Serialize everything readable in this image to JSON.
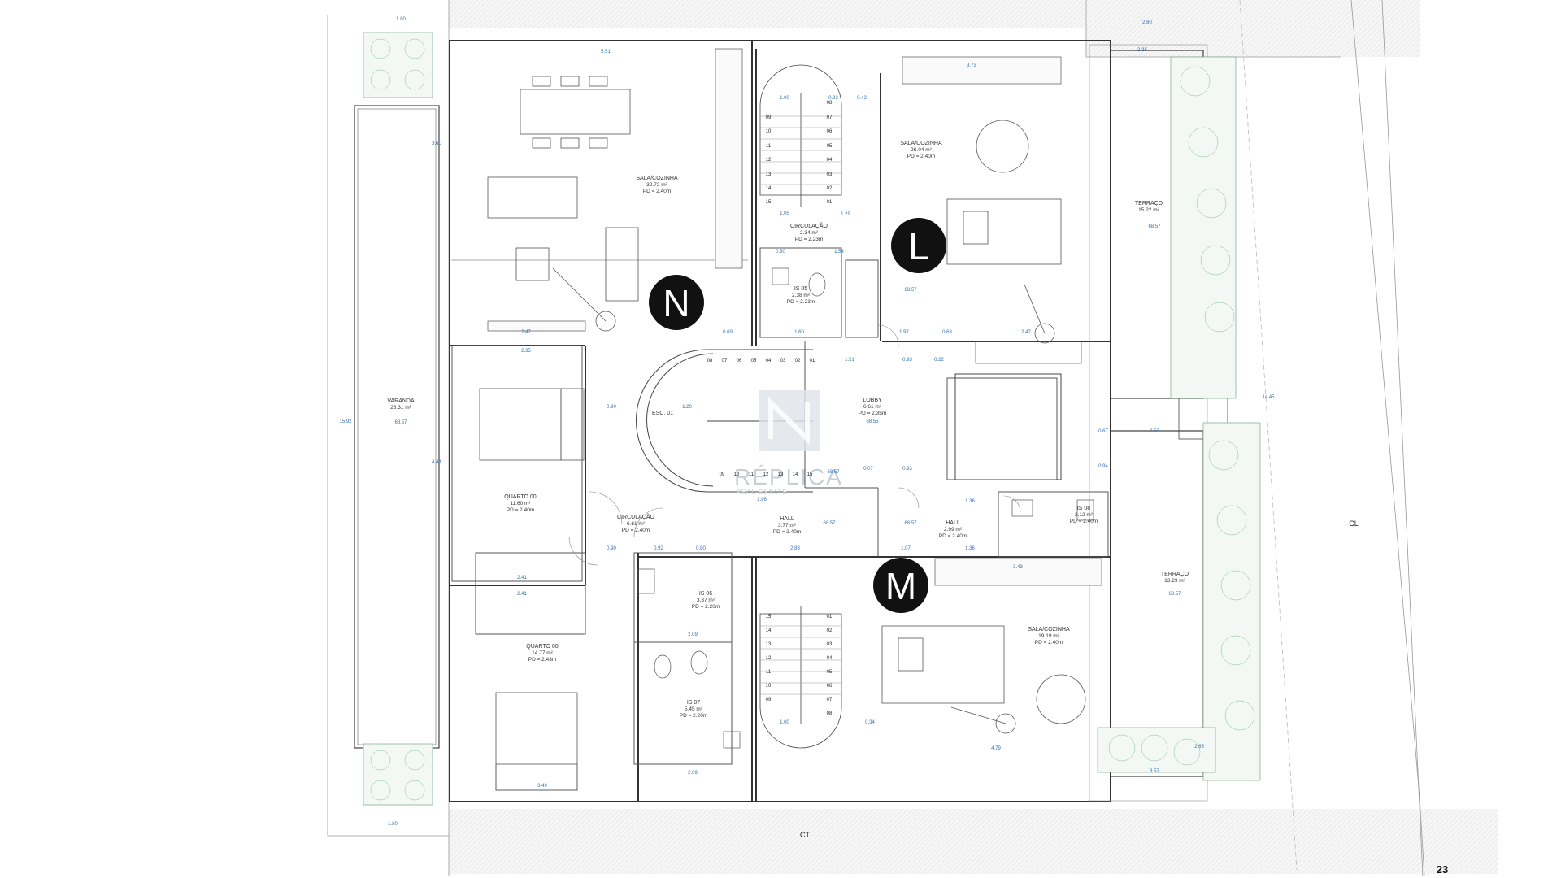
{
  "units": [
    {
      "letter": "N"
    },
    {
      "letter": "L"
    },
    {
      "letter": "M"
    }
  ],
  "rooms": {
    "sala_n": {
      "name": "SALA/COZINHA",
      "area": "32.72 m²",
      "pd": "PD = 2.40m"
    },
    "sala_l": {
      "name": "SALA/COZINHA",
      "area": "26.04 m²",
      "pd": "PD = 2.40m"
    },
    "sala_m": {
      "name": "SALA/COZINHA",
      "area": "19.19 m²",
      "pd": "PD = 2.40m"
    },
    "circ_top": {
      "name": "CIRCULAÇÃO",
      "area": "2.34 m²",
      "pd": "PD = 2.23m"
    },
    "is05": {
      "name": "IS 05",
      "area": "2.38 m²",
      "pd": "PD = 2.23m"
    },
    "varanda": {
      "name": "VARANDA",
      "area": "28.31 m²"
    },
    "terraco_top": {
      "name": "TERRAÇO",
      "area": "15.22 m²"
    },
    "terraco_bottom": {
      "name": "TERRAÇO",
      "area": "13.29 m²"
    },
    "lobby": {
      "name": "LOBBY",
      "area": "6.61 m²",
      "pd": "PD = 2.35m"
    },
    "esc": {
      "name": "ESC. 01"
    },
    "quarto_a": {
      "name": "QUARTO 00",
      "area": "11.60 m²",
      "pd": "PD = 2.40m"
    },
    "quarto_b": {
      "name": "QUARTO 00",
      "area": "14.77 m²",
      "pd": "PD = 2.43m"
    },
    "circ_mid": {
      "name": "CIRCULAÇÃO",
      "area": "6.61 m²",
      "pd": "PD = 2.40m"
    },
    "hall_a": {
      "name": "HALL",
      "area": "3.77 m²",
      "pd": "PD = 2.40m"
    },
    "hall_b": {
      "name": "HALL",
      "area": "2.99 m²",
      "pd": "PD = 2.40m"
    },
    "is06": {
      "name": "IS 06",
      "area": "3.37 m²",
      "pd": "PD = 2.20m"
    },
    "is07": {
      "name": "IS 07",
      "area": "5.45 m²",
      "pd": "PD = 2.20m"
    },
    "is08": {
      "name": "IS 08",
      "area": "2.12 m²",
      "pd": "PD = 2.40m"
    }
  },
  "labels": {
    "cl": "CL",
    "ct": "CT",
    "page": "23"
  },
  "stair_top_right": [
    "08",
    "07",
    "06",
    "05",
    "04",
    "03",
    "02",
    "01"
  ],
  "stair_top_left": [
    "09",
    "10",
    "11",
    "12",
    "13",
    "14",
    "15"
  ],
  "stair_lobby_top": [
    "08",
    "07",
    "06",
    "05",
    "04",
    "03",
    "02",
    "01"
  ],
  "stair_lobby_bottom": [
    "09",
    "10",
    "11",
    "12",
    "13",
    "14",
    "15"
  ],
  "stair_bottom_right": [
    "01",
    "02",
    "03",
    "04",
    "05",
    "06",
    "07",
    "08"
  ],
  "stair_bottom_left": [
    "15",
    "14",
    "13",
    "12",
    "11",
    "10",
    "09"
  ],
  "dims": {
    "d180a": "1.80",
    "d551": "5.51",
    "d280": "2.80",
    "d235a": "2.35",
    "d373": "3.73",
    "d100a": "1.00",
    "d092": "0.92",
    "d042": "0.42",
    "d360": "3.60",
    "d247a": "2.47",
    "d069": "0.69",
    "d160": "1.60",
    "d197": "1.97",
    "d063": "0.63",
    "d247b": "2.47",
    "d235b": "2.35",
    "d151": "1.51",
    "d093a": "0.93",
    "d022": "0.22",
    "d120a": "1.20",
    "d090a": "0.90",
    "d154": "1.54",
    "d060": "0.60",
    "d129": "1.29",
    "d105": "1.05",
    "d253": "2.53",
    "d067": "0.67",
    "d094": "0.94",
    "d136a": "1.36",
    "d107": "1.07",
    "d136b": "1.36",
    "d196": "1.96",
    "d092b": "0.92",
    "d080": "0.80",
    "d283": "2.83",
    "d241a": "2.41",
    "d241b": "2.41",
    "d209a": "2.09",
    "d209b": "2.09",
    "d349": "3.49",
    "d180b": "1.80",
    "d357": "3.57",
    "d265": "2.65",
    "d479": "4.79",
    "d343": "3.43",
    "d100b": "1.00",
    "d034": "0.34",
    "d1592": "15.92",
    "d1445": "14.45",
    "d441": "4.41",
    "d6857a": "68.57",
    "d6857b": "68.57",
    "d6857c": "68.57",
    "d6855": "68.55",
    "d6857d": "68.57",
    "d6857e": "68.57",
    "d6857f": "68.57",
    "d6857g": "68.57",
    "d093b": "0.93",
    "d007": "0.07",
    "d090b": "0.90"
  },
  "watermark": {
    "brand": "RÉPLICA",
    "sub": "REAL ESTATE"
  }
}
